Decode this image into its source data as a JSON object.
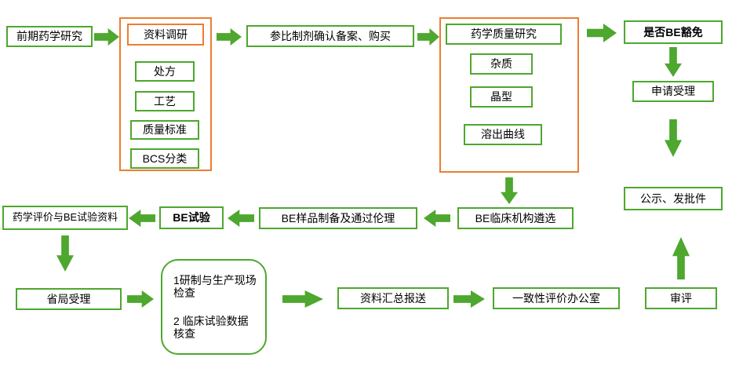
{
  "colors": {
    "green": "#4EA72E",
    "orange": "#ED7D31",
    "text": "#000000",
    "background": "#FFFFFF"
  },
  "nodes": {
    "early_research": "前期药学研究",
    "data_survey": "资料调研",
    "prescription": "处方",
    "process": "工艺",
    "quality_standard": "质量标准",
    "bcs_class": "BCS分类",
    "reference_purchase": "参比制剂确认备案、购买",
    "pharma_quality": "药学质量研究",
    "impurity": "杂质",
    "crystal_form": "晶型",
    "dissolution_curve": "溶出曲线",
    "be_waiver": "是否BE豁免",
    "application_accept": "申请受理",
    "publicity_approval": "公示、发批件",
    "be_clinical_selection": "BE临床机构遴选",
    "be_sample_ethics": "BE样品制备及通过伦理",
    "be_test": "BE试验",
    "pharma_eval_be_docs": "药学评价与BE试验资料",
    "province_accept": "省局受理",
    "site_inspection": {
      "item1": "1研制与生产现场检查",
      "item2": "2 临床试验数据核查"
    },
    "data_submission": "资料汇总报送",
    "consistency_office": "一致性评价办公室",
    "review": "审评"
  }
}
